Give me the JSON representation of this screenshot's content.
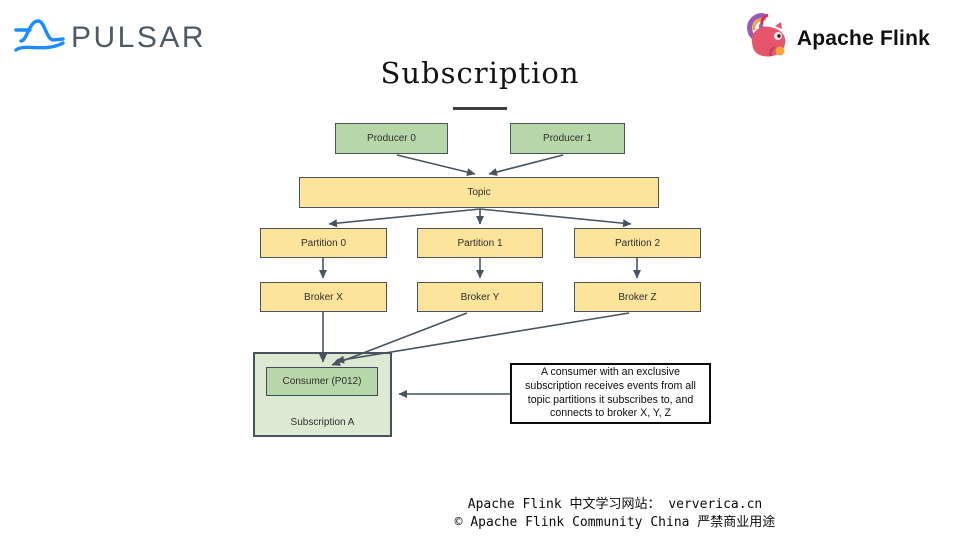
{
  "header": {
    "pulsar": {
      "brand": "PULSAR",
      "icon": "pulsar-wave-icon"
    },
    "flink": {
      "brand": "Apache Flink",
      "icon": "flink-squirrel-icon"
    }
  },
  "title": {
    "text": "Subscription"
  },
  "diagram": {
    "producer0": "Producer 0",
    "producer1": "Producer 1",
    "topic": "Topic",
    "partition0": "Partition 0",
    "partition1": "Partition 1",
    "partition2": "Partition 2",
    "brokerX": "Broker X",
    "brokerY": "Broker Y",
    "brokerZ": "Broker Z",
    "consumer": "Consumer (P012)",
    "subscription": "Subscription A",
    "edges": [
      "Producer 0 -> Topic",
      "Producer 1 -> Topic",
      "Topic -> Partition 0",
      "Topic -> Partition 1",
      "Topic -> Partition 2",
      "Partition 0 -> Broker X",
      "Partition 1 -> Broker Y",
      "Partition 2 -> Broker Z",
      "Broker X -> Consumer (P012)",
      "Broker Y -> Consumer (P012)",
      "Broker Z -> Consumer (P012)",
      "Annotation -> Subscription A"
    ]
  },
  "annotation": {
    "text": "A consumer with an exclusive subscription receives events from all topic partitions it subscribes to, and connects to broker X, Y, Z"
  },
  "footer": {
    "line1": "Apache Flink 中文学习网站： ververica.cn",
    "line2": "© Apache Flink Community China  严禁商业用途"
  },
  "colors": {
    "green_fill": "#b7d7a9",
    "light_green_fill": "#dcead3",
    "yellow_fill": "#fde49b",
    "box_border": "#47545f",
    "arrow": "#47545f",
    "annotation_border": "#0b0b0b",
    "pulsar_blue": "#1a8cff",
    "pulsar_text": "#4e5b66",
    "flink_pink": "#e5566c",
    "flink_purple": "#9a5bb5",
    "flink_orange": "#f2a33c"
  }
}
